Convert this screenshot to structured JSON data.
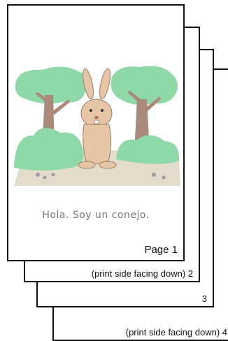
{
  "pages": [
    {
      "label": "Page 1",
      "caption": "Hola. Soy un conejo."
    },
    {
      "label": "(print side facing down) 2"
    },
    {
      "label": "3"
    },
    {
      "label": "(print side facing down) 4"
    }
  ],
  "colors": {
    "tree_foliage": "#8fd8a8",
    "tree_trunk": "#a9897a",
    "bunny": "#e6c6a6",
    "ground": "#e3dccb",
    "caption_text": "#777777"
  }
}
